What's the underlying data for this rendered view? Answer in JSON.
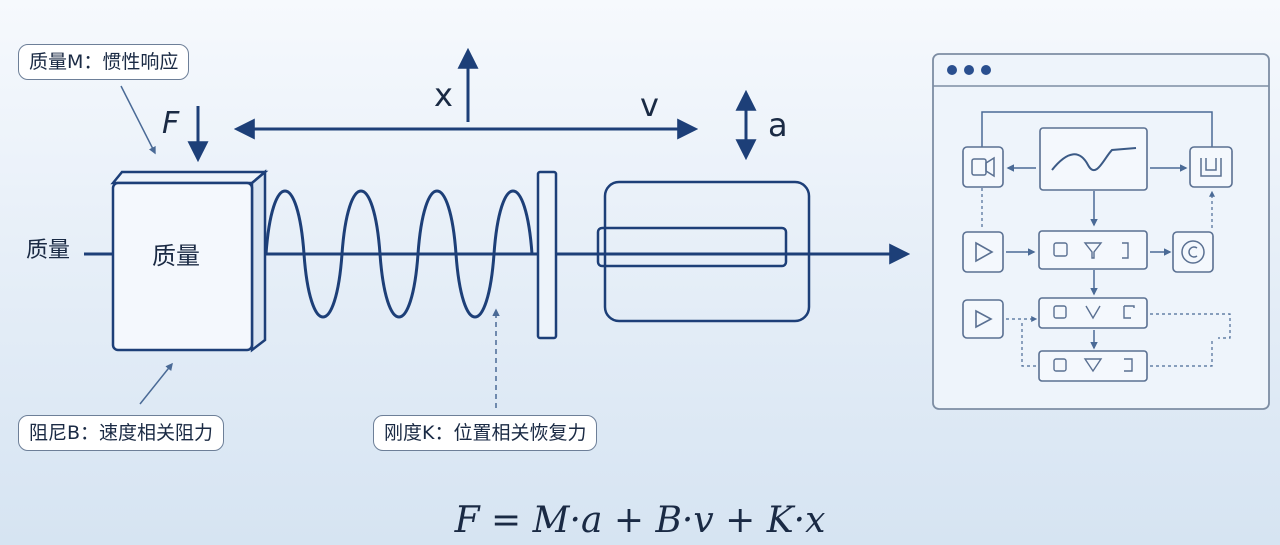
{
  "labels": {
    "mass_left": "质量",
    "mass_block": "质量",
    "force": "F",
    "x": "x",
    "v": "v",
    "a": "a"
  },
  "callouts": {
    "mass": "质量M：惯性响应",
    "damping": "阻尼B：速度相关阻力",
    "stiffness": "刚度K：位置相关恢复力"
  },
  "equation": "F = M·a + B·v + K·x",
  "colors": {
    "line": "#1d3f78",
    "accent": "#2a4f8f",
    "panel_border": "#7d8da3"
  },
  "icons": [
    "camera-icon",
    "waveform-icon",
    "sensor-icon",
    "play-icon",
    "filter-icon",
    "controller-icon"
  ]
}
